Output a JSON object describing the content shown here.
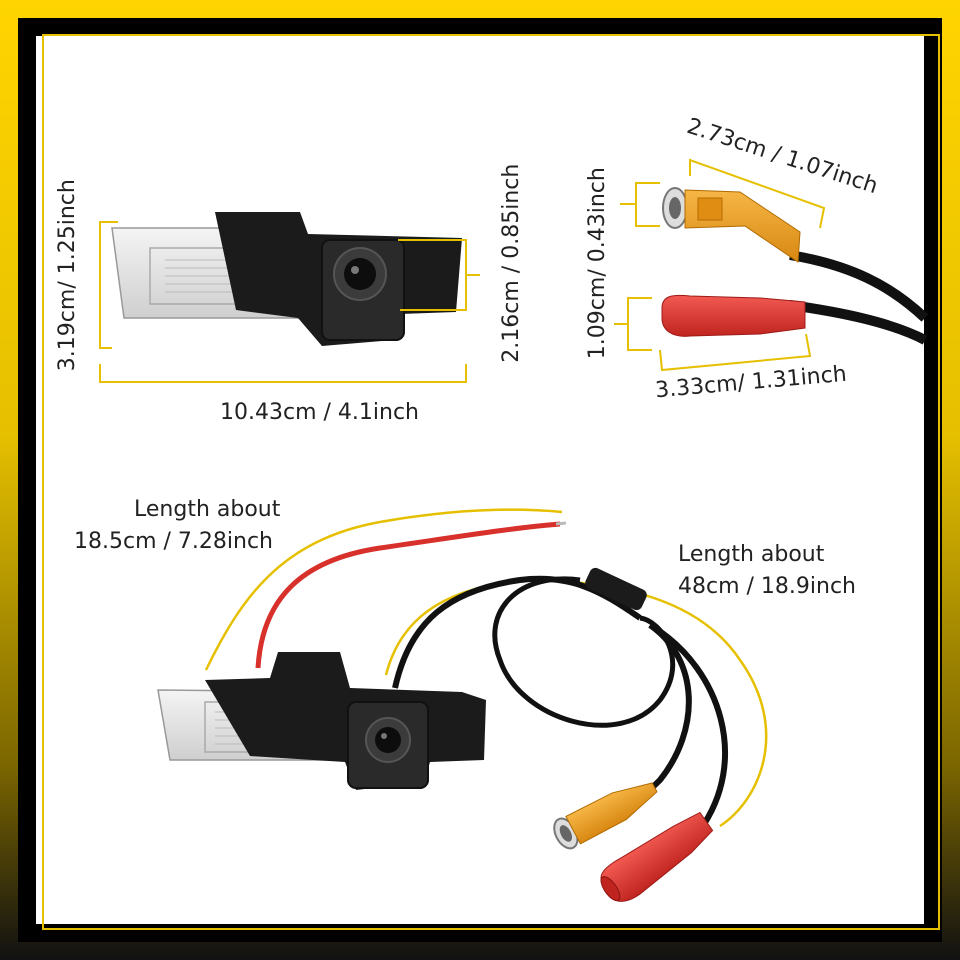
{
  "dimensions": {
    "camera_height": "3.19cm/ 1.25inch",
    "camera_width": "10.43cm / 4.1inch",
    "lens_height": "2.16cm / 0.85inch",
    "connector_width": "2.73cm / 1.07inch",
    "connector_height": "1.09cm/ 0.43inch",
    "plug_width": "3.33cm/ 1.31inch"
  },
  "cables": {
    "short_line1": "Length about",
    "short_line2": "18.5cm / 7.28inch",
    "long_line1": "Length about",
    "long_line2": "48cm / 18.9inch"
  },
  "colors": {
    "accent": "#e6c000",
    "rca_yellow": "#e89a20",
    "rca_red": "#d8302b",
    "camera_body": "#1a1a1a"
  }
}
